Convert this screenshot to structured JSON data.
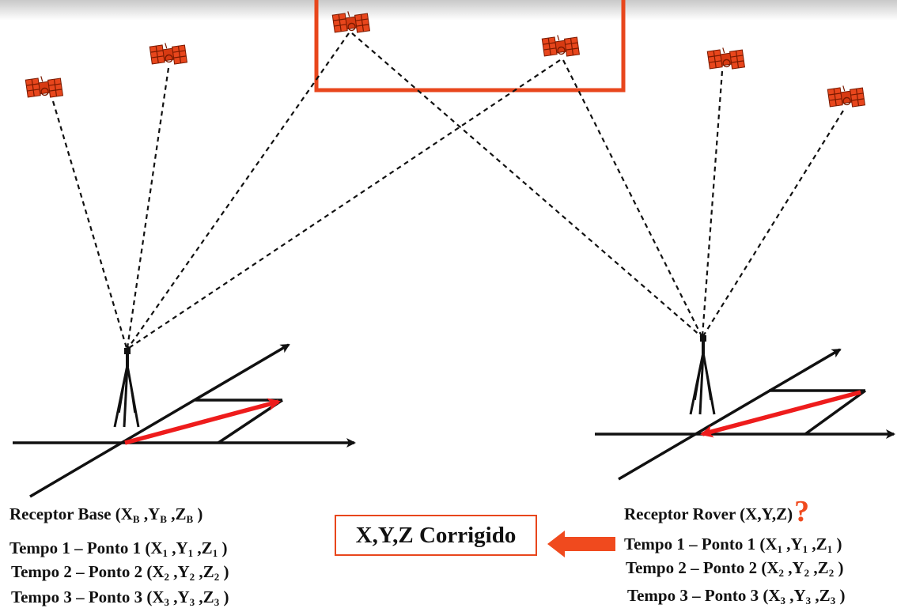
{
  "base": {
    "title": "Receptor Base",
    "coords": {
      "x": "X",
      "xs": "B",
      "y": "Y",
      "ys": "B",
      "z": "Z",
      "zs": "B"
    },
    "rows": [
      {
        "prefix": "Tempo 1 – Ponto 1",
        "x": "X",
        "xs": "1",
        "y": "Y",
        "ys": "1",
        "z": "Z",
        "zs": "1"
      },
      {
        "prefix": "Tempo 2 – Ponto 2",
        "x": "X",
        "xs": "2",
        "y": "Y",
        "ys": "2",
        "z": "Z",
        "zs": "2"
      },
      {
        "prefix": "Tempo 3 – Ponto 3",
        "x": "X",
        "xs": "3",
        "y": "Y",
        "ys": "3",
        "z": "Z",
        "zs": "3"
      }
    ]
  },
  "rover": {
    "title": "Receptor Rover",
    "coords": "(X,Y,Z)",
    "unknown_mark": "?",
    "rows": [
      {
        "prefix": "Tempo 1 – Ponto 1",
        "x": "X",
        "xs": "1",
        "y": "Y",
        "ys": "1",
        "z": "Z",
        "zs": "1"
      },
      {
        "prefix": "Tempo 2 – Ponto 2",
        "x": "X",
        "xs": "2",
        "y": "Y",
        "ys": "2",
        "z": "Z",
        "zs": "2"
      },
      {
        "prefix": "Tempo 3 – Ponto 3",
        "x": "X",
        "xs": "3",
        "y": "Y",
        "ys": "3",
        "z": "Z",
        "zs": "3"
      }
    ]
  },
  "result": {
    "label": "X,Y,Z Corrigido"
  },
  "colors": {
    "accent": "#e8461c",
    "satellite": "#e8461c",
    "line": "#111111",
    "vector": "#ee1c1c"
  },
  "icons": [
    "satellite-icon",
    "tripod-receiver-icon",
    "arrow-left-icon"
  ]
}
